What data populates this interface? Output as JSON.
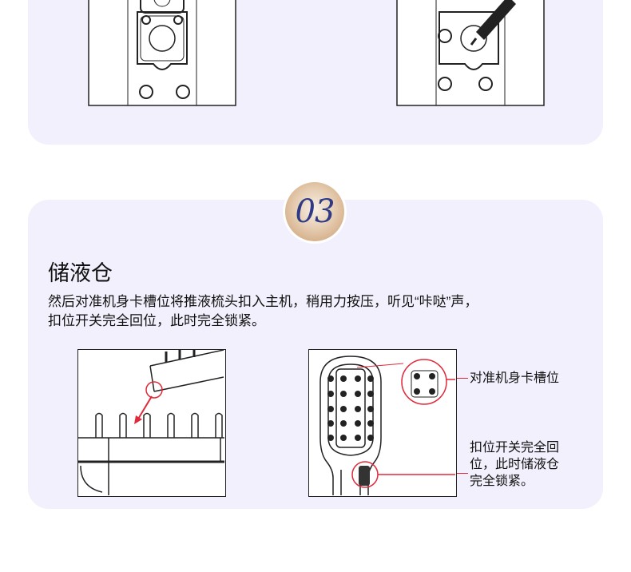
{
  "step": {
    "number": "03",
    "title": "储液仓",
    "description_line1": "然后对准机身卡槽位将推液梳头扣入主机，稍用力按压，听见“咔哒”声，",
    "description_line2": "扣位开关完全回位，此时完全锁紧。"
  },
  "callouts": {
    "slot": "对准机身卡槽位",
    "switch_line1": "扣位开关完全回",
    "switch_line2": "位，此时储液仓",
    "switch_line3": "完全锁紧。"
  },
  "colors": {
    "card": "#f1f0fc",
    "accent": "#e0293a",
    "badge_text": "#2e3a86"
  }
}
